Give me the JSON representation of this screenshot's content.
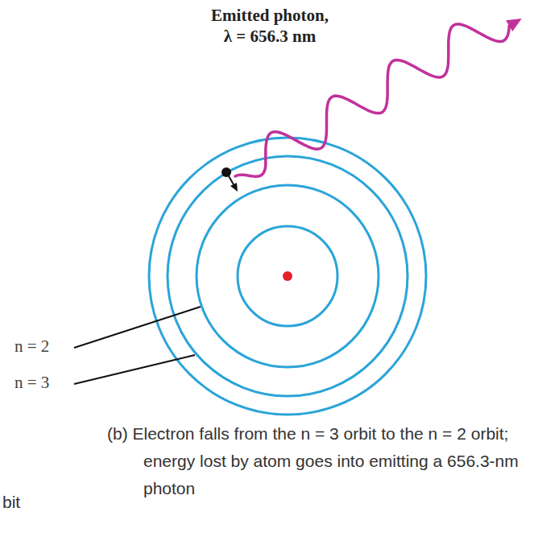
{
  "diagram": {
    "caption": "(b) Electron falls from the n = 3 orbit to the n = 2 orbit; energy lost by atom goes into emitting a 656.3-nm photon",
    "labels": [
      "Emitted photon, λ = 656.3 nm",
      "n = 2",
      "n = 3",
      "bit"
    ]
  }
}
